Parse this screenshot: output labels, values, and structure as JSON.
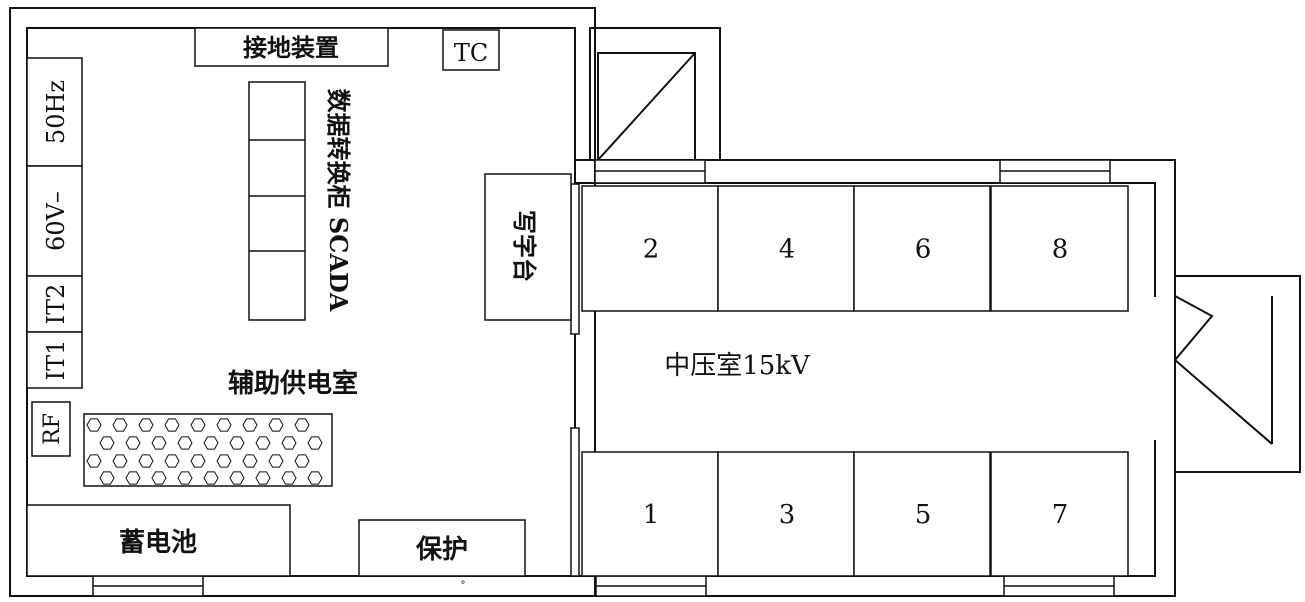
{
  "rooms": {
    "aux_room_label": "辅助供电室",
    "mv_room_label": "中压室15kV"
  },
  "equipment": {
    "grounding": "接地装置",
    "tc": "TC",
    "freq_50hz": "50Hz",
    "dc_60v": "60V–",
    "it2": "IT2",
    "it1": "IT1",
    "rf": "RF",
    "scada_cabinet": "数据转换柜 SCADA",
    "desk": "写字台",
    "battery": "蓄电池",
    "protection": "保护"
  },
  "switchgear": {
    "top": [
      "2",
      "4",
      "6",
      "8"
    ],
    "bottom": [
      "1",
      "3",
      "5",
      "7"
    ]
  },
  "misc": {
    "dot": "°"
  }
}
